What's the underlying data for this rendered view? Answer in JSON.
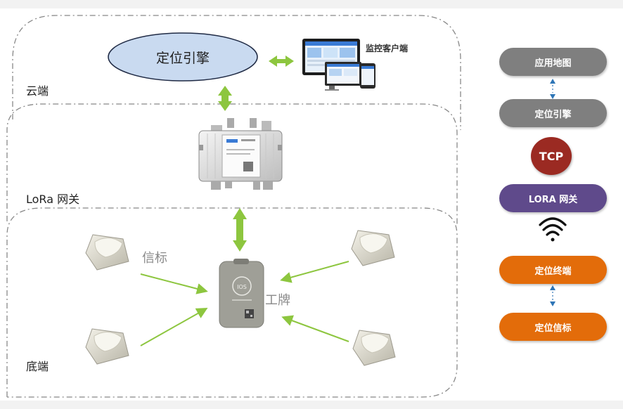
{
  "diagram": {
    "zones": {
      "cloud": "云端",
      "gateway": "LoRa 网关",
      "bottom": "底端"
    },
    "engine": "定位引擎",
    "client": "监控客户端",
    "beacon_label": "信标",
    "badge_label": "工牌",
    "badge_device_text": "IOS"
  },
  "stack": {
    "items": [
      {
        "label": "应用地图",
        "color": "#7f7f7f"
      },
      {
        "label": "定位引擎",
        "color": "#7f7f7f"
      },
      {
        "label": "TCP",
        "color": "#9b2a22"
      },
      {
        "label": "LORA 网关",
        "color": "#5f4a8b"
      },
      {
        "label": "定位终端",
        "color": "#e36c0a"
      },
      {
        "label": "定位信标",
        "color": "#e36c0a"
      }
    ]
  },
  "colors": {
    "arrow_green": "#8dc63f",
    "link_blue": "#2e75b6",
    "engine_fill": "#c9daf0"
  },
  "icons": [
    "wifi-icon",
    "double-arrow-icon",
    "beacon-device-icon",
    "gateway-device-icon",
    "badge-device-icon",
    "monitor-screens-icon"
  ]
}
